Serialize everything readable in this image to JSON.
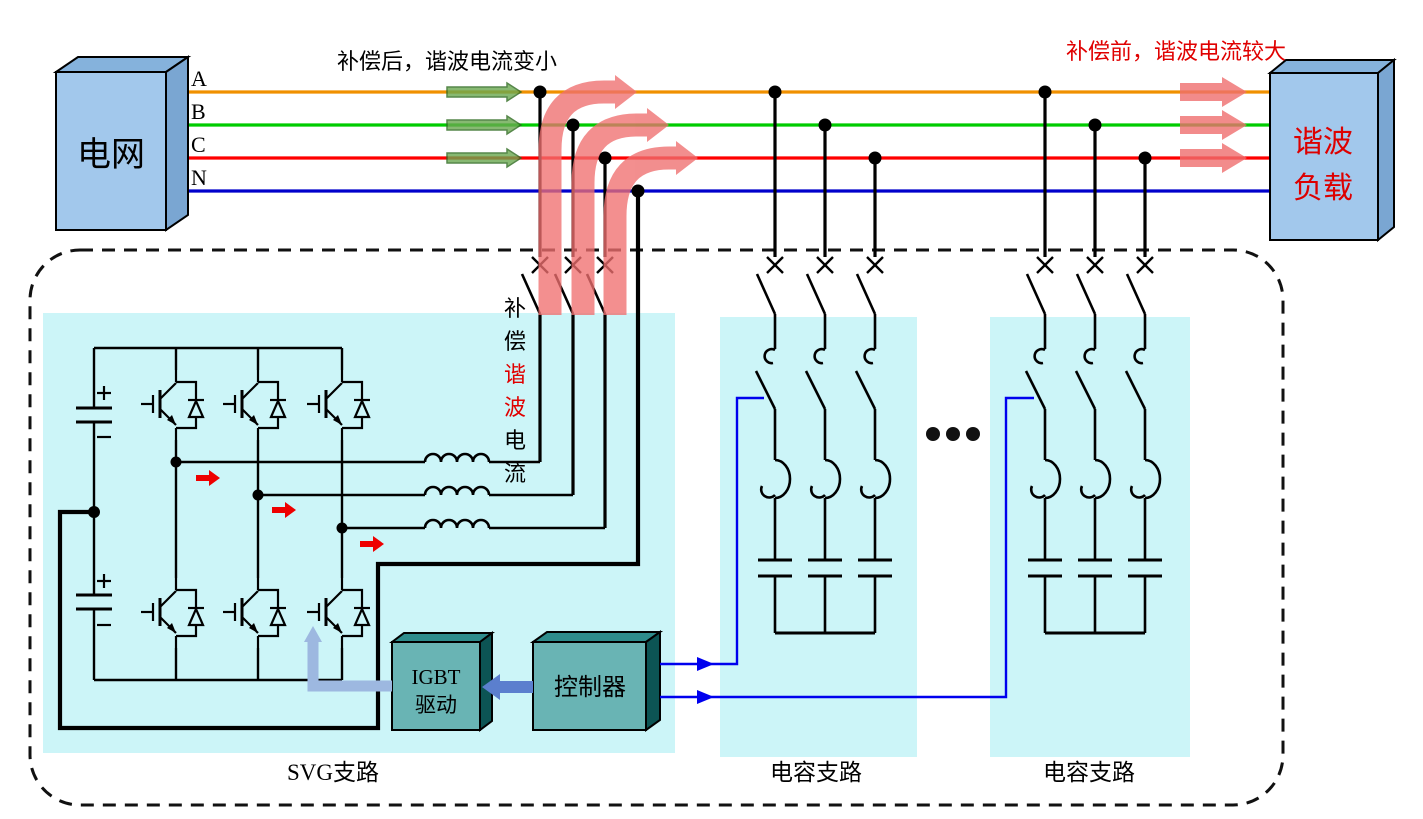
{
  "diagram": {
    "captions": {
      "after_compensation": "补偿后，谐波电流变小",
      "before_compensation": "补偿前，谐波电流较大"
    },
    "grid_box": "电网",
    "load_box": {
      "line1": "谐波",
      "line2": "负载"
    },
    "phase_labels": {
      "a": "A",
      "b": "B",
      "c": "C",
      "n": "N"
    },
    "vertical_label": {
      "chars": [
        "补",
        "偿",
        "谐",
        "波",
        "电",
        "流"
      ],
      "char_colors": [
        "#000000",
        "#000000",
        "#e00000",
        "#e00000",
        "#000000",
        "#000000"
      ]
    },
    "igbt_driver": {
      "line1": "IGBT",
      "line2": "驱动"
    },
    "controller": "控制器",
    "branches": {
      "svg": "SVG支路",
      "cap1": "电容支路",
      "cap2": "电容支路"
    },
    "colors": {
      "phase_a": "#f09000",
      "phase_b": "#00cc00",
      "phase_c": "#ff0000",
      "phase_n": "#0000cc",
      "panel": "#ccf5f8",
      "red_arrow": "#ef6f6f",
      "green_arrow": "#6aa84f",
      "green_arrow_border": "#2d6a1e",
      "blue_wire": "#0000ee",
      "box_front": "#a2c8ec",
      "box_top": "#85b2dc",
      "box_side": "#7aa6d2",
      "teal_front": "#69b4b4",
      "teal_top": "#2e8c8c",
      "teal_side": "#0c5454",
      "drive_arrow": "#5b7fce",
      "gate_arrow": "#9db8e0",
      "load_text": "#dd0000"
    }
  }
}
